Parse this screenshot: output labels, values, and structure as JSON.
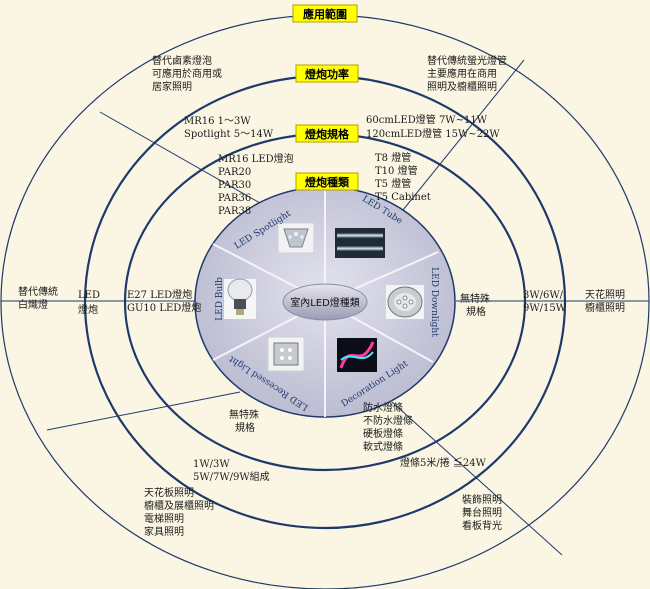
{
  "labels": {
    "application": "應用範圍",
    "power": "燈炮功率",
    "spec": "燈炮規格",
    "type": "燈炮種類"
  },
  "center": "室內LED燈種類",
  "segments": [
    {
      "name": "LED Spotlight",
      "type_lines": [
        "MR16 LED燈泡",
        "PAR20",
        "PAR30",
        "PAR36",
        "PAR38"
      ],
      "power_lines": [
        "MR16 1～3W",
        "Spotlight 5～14W"
      ],
      "application_lines": [
        "替代鹵素燈泡",
        "可應用於商用或",
        "居家照明"
      ]
    },
    {
      "name": "LED Tube",
      "type_lines": [
        "T8 燈管",
        "T10 燈管",
        "T5 燈管",
        "T5 Cabinet"
      ],
      "power_lines": [
        "60cmLED燈管 7W~11W",
        "120cmLED燈管 15W~22W"
      ],
      "application_lines": [
        "替代傳統螢光燈管",
        "主要應用在商用",
        "照明及櫥櫃照明"
      ]
    },
    {
      "name": "LED Downlight",
      "type_lines": [
        "無特殊",
        "規格"
      ],
      "power_lines": [
        "3W/6W/",
        "9W/15W"
      ],
      "application_lines": [
        "天花照明",
        "櫥櫃照明"
      ]
    },
    {
      "name": "Decoration Light",
      "type_lines": [
        "防水燈條",
        "不防水燈條",
        "硬板燈條",
        "軟式燈條"
      ],
      "power_lines": [
        "燈條5米/捲 ≦24W"
      ],
      "application_lines": [
        "裝飾照明",
        "舞台照明",
        "看板背光"
      ]
    },
    {
      "name": "LED Recessed Light",
      "type_lines": [
        "無特殊",
        "規格"
      ],
      "power_lines": [
        "1W/3W",
        "5W/7W/9W組成"
      ],
      "application_lines": [
        "天花板照明",
        "櫥櫃及展櫃照明",
        "電梯照明",
        "家具照明"
      ]
    },
    {
      "name": "LED Bulb",
      "type_lines": [
        "E27 LED燈炮",
        "GU10 LED燈炮"
      ],
      "power_lines": [
        "LED",
        "燈炮"
      ],
      "application_lines": [
        "替代傳統",
        "白熾燈"
      ]
    }
  ]
}
